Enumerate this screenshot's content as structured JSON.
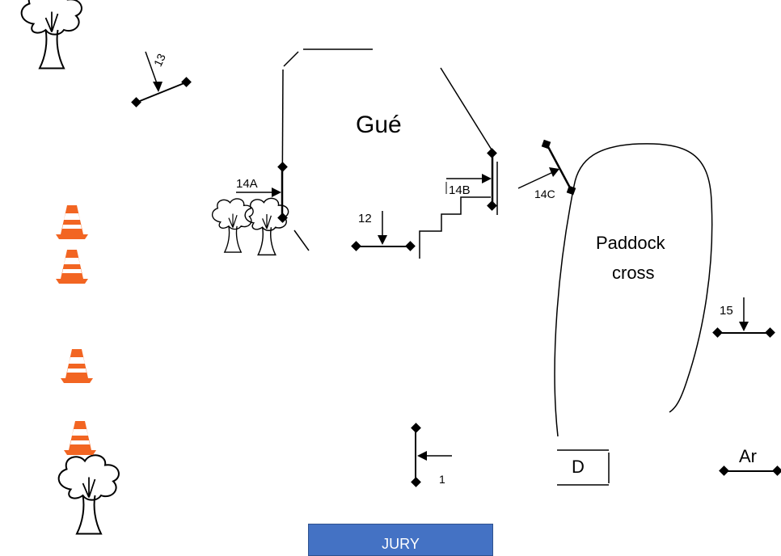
{
  "zones": {
    "ford": "Gué",
    "paddock_line1": "Paddock",
    "paddock_line2": "cross",
    "start": "D",
    "finish": "Ar",
    "jury": "JURY"
  },
  "obstacles": {
    "o1": "1",
    "o12": "12",
    "o13": "13",
    "o14a": "14A",
    "o14b": "14B",
    "o14c": "14C",
    "o15": "15"
  },
  "colors": {
    "line": "#000000",
    "cone_orange": "#f26522",
    "cone_stripe": "#ffffff",
    "jury_fill": "#4472c4",
    "jury_text": "#ffffff"
  },
  "icons": [
    "tree-icon",
    "traffic-cone-icon",
    "flag-pair-icon"
  ]
}
